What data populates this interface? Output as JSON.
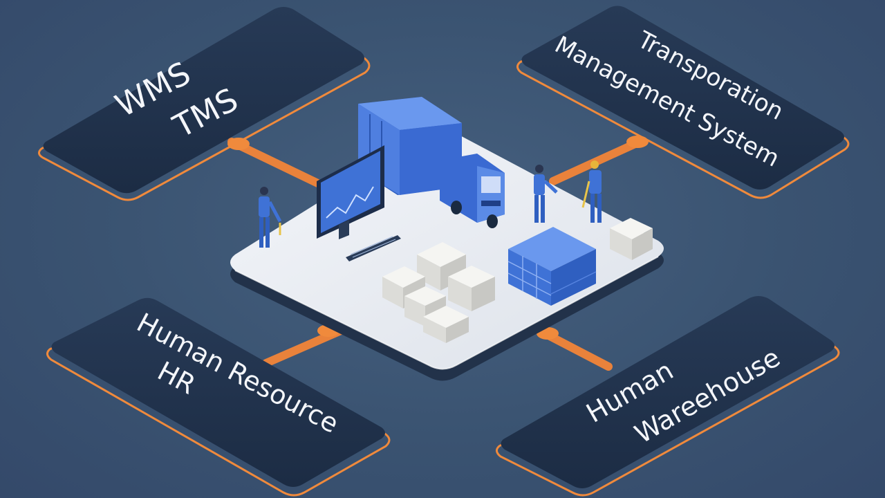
{
  "panels": {
    "top_left": {
      "line1": "WMS",
      "line2": "TMS"
    },
    "top_right": {
      "line1": "Transporation",
      "line2": "Management System"
    },
    "bottom_left": {
      "line1": "Human Resource",
      "line2": "HR"
    },
    "bottom_right": {
      "line1": "Human",
      "line2": "Wareehouse"
    }
  },
  "colors": {
    "background": "#3b5472",
    "panel": "#22344e",
    "panel_edge": "#f08a3c",
    "connector": "#e9823b",
    "platform": "#e6eaf0",
    "accent_blue": "#3f72d6"
  }
}
